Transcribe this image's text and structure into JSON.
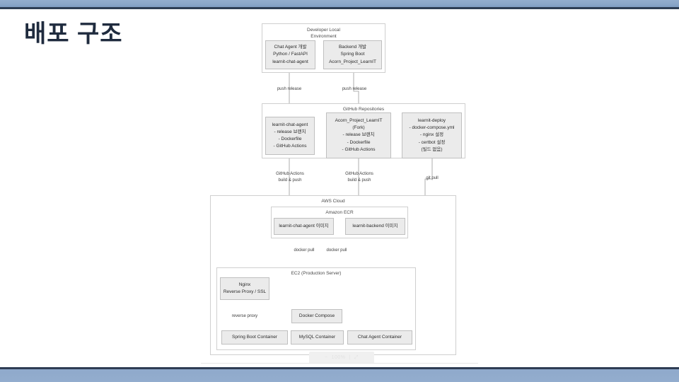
{
  "slide": {
    "title": "배포 구조",
    "accent_color": "#2e3d54",
    "bar_color": "#93adce",
    "node_fill": "#ebebeb",
    "node_border": "#bfbfbf",
    "group_border": "#cfcfcf"
  },
  "diagram": {
    "type": "deployment-architecture",
    "groups": [
      {
        "id": "dev-local",
        "label_line1": "Developer Local",
        "label_line2": "Environment",
        "nodes": [
          {
            "id": "chat-agent-dev",
            "lines": [
              "Chat Agent 개발",
              "Python / FastAPI",
              "learnit-chat-agent"
            ]
          },
          {
            "id": "backend-dev",
            "lines": [
              "Backend 개발",
              "Spring Boot",
              "Acorn_Project_LearnIT"
            ]
          }
        ]
      },
      {
        "id": "github-repos",
        "label_line1": "GitHub Repositories",
        "label_line2": "",
        "nodes": [
          {
            "id": "repo-chat-agent",
            "lines": [
              "learnit-chat-agent",
              "- release 브랜치",
              "- Dockerfile",
              "- GitHub Actions"
            ]
          },
          {
            "id": "repo-backend",
            "lines": [
              "Acorn_Project_LearnIT",
              "(Fork)",
              "- release 브랜치",
              "- Dockerfile",
              "- GitHub Actions"
            ]
          },
          {
            "id": "repo-deploy",
            "lines": [
              "learnit-deploy",
              "- docker-compose.yml",
              "- nginx 설정",
              "- certbot 설정",
              "(빌드 없음)"
            ]
          }
        ]
      },
      {
        "id": "aws-cloud",
        "label_line1": "AWS Cloud",
        "label_line2": "",
        "nodes": []
      },
      {
        "id": "amazon-ecr",
        "label_line1": "Amazon ECR",
        "label_line2": "",
        "nodes": [
          {
            "id": "ecr-chat-agent",
            "lines": [
              "learnit-chat-agent 이미지"
            ]
          },
          {
            "id": "ecr-backend",
            "lines": [
              "learnit-backend 이미지"
            ]
          }
        ]
      },
      {
        "id": "ec2-prod",
        "label_line1": "EC2 (Production Server)",
        "label_line2": "",
        "nodes": [
          {
            "id": "nginx",
            "lines": [
              "Nginx",
              "Reverse Proxy / SSL"
            ]
          },
          {
            "id": "docker-compose",
            "lines": [
              "Docker Compose"
            ]
          },
          {
            "id": "spring-boot-container",
            "lines": [
              "Spring Boot Container"
            ]
          },
          {
            "id": "mysql-container",
            "lines": [
              "MySQL Container"
            ]
          },
          {
            "id": "chat-agent-container",
            "lines": [
              "Chat Agent Container"
            ]
          }
        ]
      }
    ],
    "edge_labels": [
      {
        "id": "push-release-1",
        "text": "push release"
      },
      {
        "id": "push-release-2",
        "text": "push release"
      },
      {
        "id": "gha-1-line1",
        "text": "GitHub Actions"
      },
      {
        "id": "gha-1-line2",
        "text": "build & push"
      },
      {
        "id": "gha-2-line1",
        "text": "GitHub Actions"
      },
      {
        "id": "gha-2-line2",
        "text": "build & push"
      },
      {
        "id": "git-pull",
        "text": "git pull"
      },
      {
        "id": "docker-pull-1",
        "text": "docker pull"
      },
      {
        "id": "docker-pull-2",
        "text": "docker pull"
      },
      {
        "id": "reverse-proxy",
        "text": "reverse proxy"
      }
    ]
  },
  "ghost_toolbar": {
    "zoom_out": "−",
    "zoom_level": "100%",
    "divider": "|",
    "fullscreen": "⤢"
  }
}
